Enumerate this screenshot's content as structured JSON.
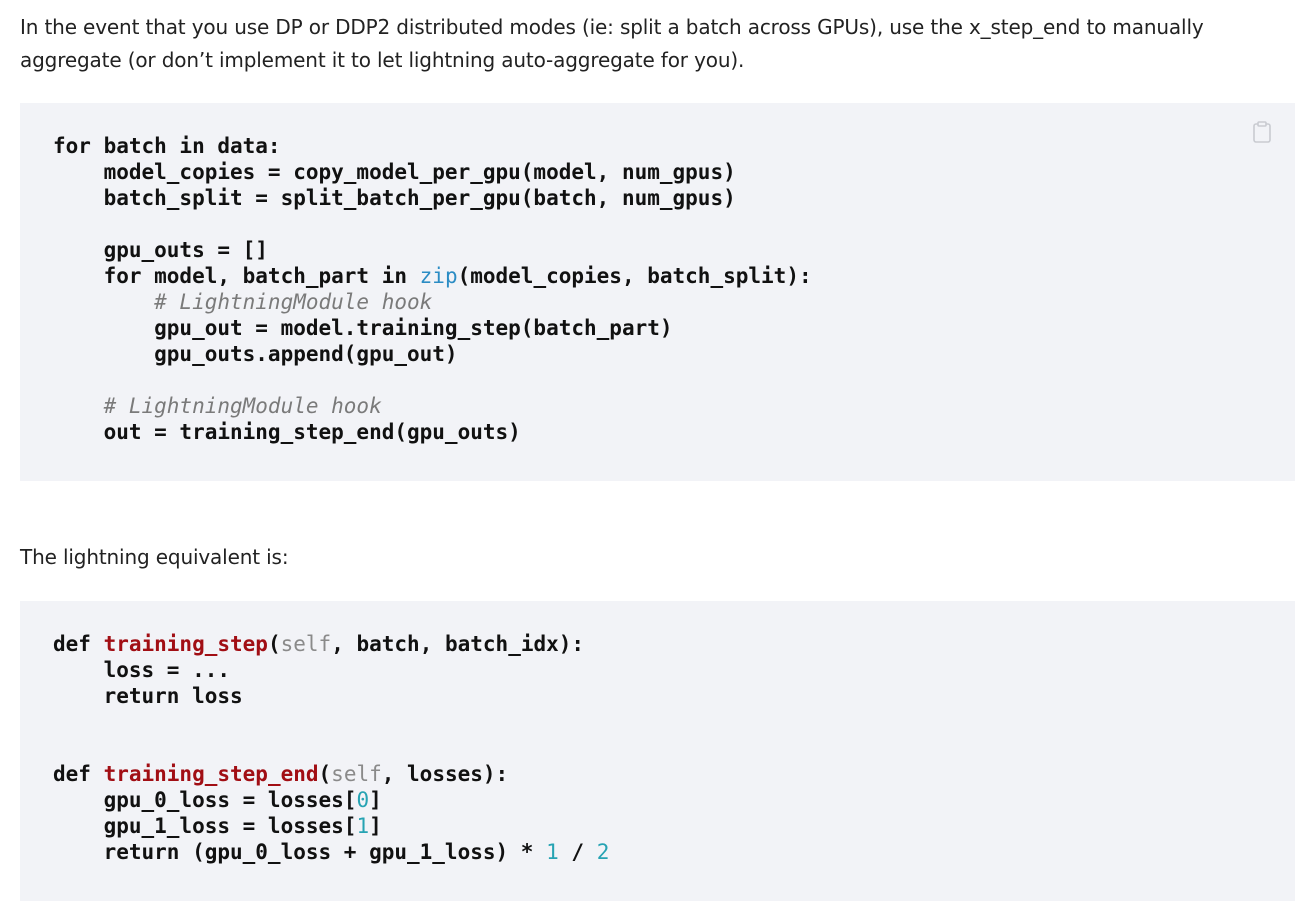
{
  "paragraphs": {
    "intro": "In the event that you use DP or DDP2 distributed modes (ie: split a batch across GPUs), use the x_step_end to manually aggregate (or don’t implement it to let lightning auto-aggregate for you).",
    "equivalent": "The lightning equivalent is:"
  },
  "code_blocks": [
    {
      "copy_icon": "clipboard-icon",
      "lines": [
        [
          {
            "t": "for batch in data:",
            "c": "plain"
          }
        ],
        [
          {
            "t": "    model_copies = copy_model_per_gpu(model, num_gpus)",
            "c": "plain"
          }
        ],
        [
          {
            "t": "    batch_split = split_batch_per_gpu(batch, num_gpus)",
            "c": "plain"
          }
        ],
        [
          {
            "t": "",
            "c": "plain"
          }
        ],
        [
          {
            "t": "    gpu_outs = []",
            "c": "plain"
          }
        ],
        [
          {
            "t": "    for model, batch_part in ",
            "c": "plain"
          },
          {
            "t": "zip",
            "c": "builtin"
          },
          {
            "t": "(model_copies, batch_split):",
            "c": "plain"
          }
        ],
        [
          {
            "t": "        # LightningModule hook",
            "c": "comment"
          }
        ],
        [
          {
            "t": "        gpu_out = model.training_step(batch_part)",
            "c": "plain"
          }
        ],
        [
          {
            "t": "        gpu_outs.append(gpu_out)",
            "c": "plain"
          }
        ],
        [
          {
            "t": "",
            "c": "plain"
          }
        ],
        [
          {
            "t": "    # LightningModule hook",
            "c": "comment"
          }
        ],
        [
          {
            "t": "    out = training_step_end(gpu_outs)",
            "c": "plain"
          }
        ]
      ]
    },
    {
      "copy_icon": "clipboard-icon",
      "lines": [
        [
          {
            "t": "def ",
            "c": "kw"
          },
          {
            "t": "training_step",
            "c": "fn"
          },
          {
            "t": "(",
            "c": "plain"
          },
          {
            "t": "self",
            "c": "self"
          },
          {
            "t": ", batch, batch_idx):",
            "c": "plain"
          }
        ],
        [
          {
            "t": "    loss = ...",
            "c": "plain"
          }
        ],
        [
          {
            "t": "    return loss",
            "c": "plain"
          }
        ],
        [
          {
            "t": "",
            "c": "plain"
          }
        ],
        [
          {
            "t": "",
            "c": "plain"
          }
        ],
        [
          {
            "t": "def ",
            "c": "kw"
          },
          {
            "t": "training_step_end",
            "c": "fn"
          },
          {
            "t": "(",
            "c": "plain"
          },
          {
            "t": "self",
            "c": "self"
          },
          {
            "t": ", losses):",
            "c": "plain"
          }
        ],
        [
          {
            "t": "    gpu_0_loss = losses[",
            "c": "plain"
          },
          {
            "t": "0",
            "c": "num"
          },
          {
            "t": "]",
            "c": "plain"
          }
        ],
        [
          {
            "t": "    gpu_1_loss = losses[",
            "c": "plain"
          },
          {
            "t": "1",
            "c": "num"
          },
          {
            "t": "]",
            "c": "plain"
          }
        ],
        [
          {
            "t": "    return (gpu_0_loss + gpu_1_loss) * ",
            "c": "plain"
          },
          {
            "t": "1",
            "c": "num"
          },
          {
            "t": " / ",
            "c": "plain"
          },
          {
            "t": "2",
            "c": "num"
          }
        ]
      ]
    }
  ]
}
